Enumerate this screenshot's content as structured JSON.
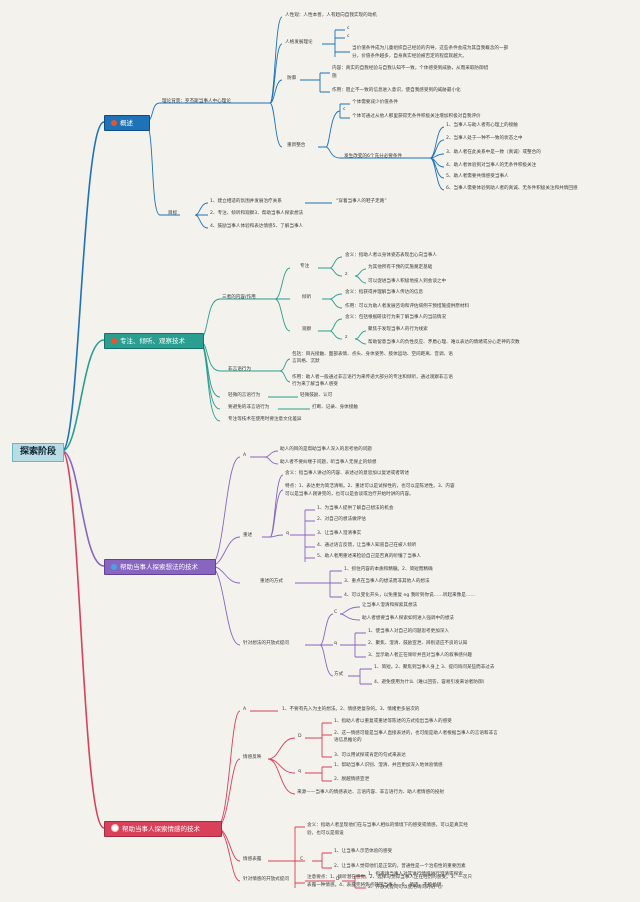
{
  "root": {
    "label": "探索阶段"
  },
  "sections": [
    {
      "label": "概述",
      "color": "#1e72b8",
      "icon": "flame-icon"
    },
    {
      "label": "专注、倾听、观察技术",
      "color": "#2a9e90",
      "icon": "flame-icon"
    },
    {
      "label": "帮助当事人探索想法的技术",
      "color": "#8866c0",
      "icon": "drop-icon"
    },
    {
      "label": "帮助当事人探索情感的技术",
      "color": "#d9415a",
      "icon": "heart-icon"
    }
  ],
  "s1": {
    "theory": "理论背景：罗杰斯当事人中心理论",
    "human_nature": "人性观：人性本善，人有趋向自我实现的动机",
    "self_theory": "人格发展理论",
    "c1": "c",
    "c2": "c",
    "c3a": "当价值条件成为儿童组织自己经验的内导，这些条件会成为其自我概念的一部",
    "c3b": "分，价值条件越多，自身真实经验被否定的程度就越大。",
    "defense": "防御",
    "def1a": "内容：真实的自我经验与自我认知不一致，个体感受到威胁，从而采取防御措",
    "def1b": "施",
    "def2": "作用：阻止不一致的信息进入意识，使自我感受到的威胁最小化",
    "reintegrate": "重新整合",
    "ri_c": "c",
    "ri1": "个体需要减少价值条件",
    "ri2": "个体可通过从他人那里获得无条件积极关注增加积极对自我评价",
    "six": "发生改变的6个充分必要条件",
    "six_items": [
      "1、当事人与助人者有心理上的接触",
      "2、当事人处于一种不一致的状态之中",
      "3、助人者在此关系中是一致（真诚）或整合的",
      "4、助人者体验到对当事人的无条件积极关注",
      "5、助人者需要共情感受当事人",
      "6、当事人需要体验到助人者的真诚、无条件积极关注和共情回感"
    ],
    "goal": "目标",
    "goal_items": [
      "1、建立相适的氛围并发展治疗关系",
      "2、专注、倾听和观察3、帮助当事人探索想法",
      "4、鼓励当事人体验和表达情感5、了解当事人"
    ],
    "goal_note": "“穿着当事人的鞋子走路”"
  },
  "s2": {
    "three": "三者的内容/作用",
    "focus": "专注",
    "f_def": "含义：指助人者以身体姿态表现出心向当事人",
    "f_role": "z",
    "f_r1": "为其他所有干预的实施奠定基础",
    "f_r2": "可以促进当事人积极地投入到会谈之中",
    "listen": "倾听",
    "l_def": "含义：指获得并理解当事人传达的信息",
    "l_role": "作用：可以为助人者发展咨询和评估病例干预措施提供原材料",
    "observe": "观察",
    "o_def": "含义：包括根据研读行为来了解当事人的当前情况",
    "o_role": "z",
    "o_r1": "聚焦于发现当事人的行为线索",
    "o_r2": "帮助留意当事人的负性反应、矛盾心理、难以表达的情绪或分心走神的次数",
    "nonverbal": "非言语行为",
    "nv1a": "包括：目光接触、面部表情、点头、身体姿势、肢体运动、空间距离、音调、语",
    "nv1b": "言风格、沉默",
    "nv2a": "作用：助人者一般通过非言语行为来传递大部分的专注和倾听，通过观察非言语",
    "nv2b": "行为来了解当事人感受",
    "minimal": "轻微的言语行为",
    "minimal_v": "轻微鼓励、认可",
    "avoid": "要避免的非言语行为",
    "avoid_v": "打断、记录、身体接触",
    "culture": "专注等技术在使用时要注意文化差异"
  },
  "s3": {
    "a": "A",
    "a1": "助人的目的是帮助当事人深入的思考他的问题",
    "a2": "助人者不要纠缠于问题，听当事人无保止的倾想",
    "restate": "重述",
    "r_def": "含义：指当事人讲过的内容、表述过的意思加以复述或者转述",
    "r_f1": "特点：1、表达更为简洁清晰。2、重述可以是试探性的，也可以是陈述性。3、内容",
    "r_f2": "可以是当事人刚讲完的，也可以是会谈或治疗开始时讲的内容。",
    "r_q": "q",
    "r_items": [
      "1、为当事人提供了解自己想法的机会",
      "2、对自己的想法做评估",
      "3、让当事人澄清事实",
      "4、通过语言反馈，让当事人知道自己在被人倾听",
      "5、助人者用重述来检验自己是否真的听懂了当事人"
    ],
    "r_way": "重述的方式",
    "w_items": [
      "1、抓住内容的本质和精髓。2、简短而精确",
      "3、重点在当事人的想法而非其他人的想法",
      "4、可以变化开头，以免重复 eg 我听到你说……听起来像是……"
    ],
    "open": "针对想法的开放式提问",
    "o_c": "C",
    "o_c1": "让当事人澄清和探索其想法",
    "o_c2": "助人者想要当事人探索如何进入强调中的想法",
    "o_q": "q",
    "o_q_items": [
      "1、使当事人对自己的问题思考更加深入",
      "2、聚焦、澄清、鼓励宣泄、辨别适应不良的认知",
      "3、显示助人者正在倾听并且对当事人的叙事感兴趣"
    ],
    "o_way": "方式",
    "o_way_items": [
      "1、简短。2、聚焦到当事人身上 3、提问询问某些而非过去",
      "4、避免使用为什么（难以回答，容易引发来访者防御）"
    ]
  },
  "s4": {
    "a": "A",
    "a1": "1、不要有先入为主的想法。2、情感更复杂的。3、情绪更多层次的",
    "reflect": "情感反映",
    "d": "D",
    "d_items": [
      "1、指助人者以重复或重述等陈述的方式指出当事人的感受",
      "2、这一情感可能是当事人直接表述的，也可能是助人者根据当事人的言语和非言",
      "语信息推论的",
      "3、可以用试探或肯定的句式来表达"
    ],
    "q": "q",
    "q_items": [
      "1、帮助当事人识别、澄清、并且更加深入地体验情感",
      "2、脱越情感宣泄"
    ],
    "source": "来源——当事人的情感表达、言语内容、非言语行为、助人者情感的投射",
    "disclosure": "情感表露",
    "disc_def1": "含义：指助人者呈现他们在与当事人相似的情境下的感受或情感，可以是真实经",
    "disc_def2": "验，也可以是假设",
    "disc_c": "C",
    "disc_items": [
      "1、让当事人示范体验的感受",
      "2、让当事人觉得他们是正常的，普通性是一个治愈性的重要因素"
    ],
    "note1": "注意要点：1、倾听潜在感觉。2、选择与觉得当事人正在经历的感受。3、一次只",
    "note2": "表露一种情感。4、表露完将焦点转回当事人。5、简洁，不能抢镜。",
    "open": "针对情感的开放式提问",
    "open_d": "D",
    "open_items": [
      "1、指邀请当事人对其进行情感进行澄清或探索",
      "2、开放式提问可以使用询问的语气。"
    ]
  }
}
